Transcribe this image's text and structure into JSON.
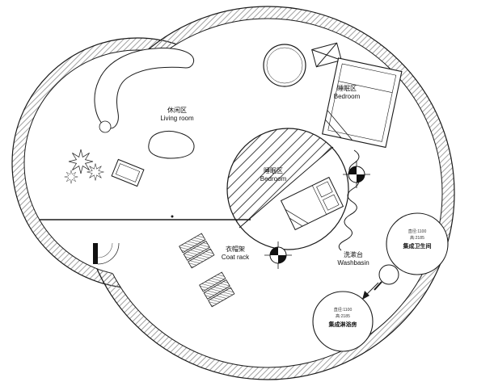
{
  "labels": {
    "living_room": {
      "zh": "休闲区",
      "en": "Living room"
    },
    "bedroom_upper": {
      "zh": "睡眠区",
      "en": "Bedroom"
    },
    "bedroom_center": {
      "zh": "睡眠区",
      "en": "Bedroom"
    },
    "coat_rack": {
      "zh": "衣帽架",
      "en": "Coat rack"
    },
    "washbasin": {
      "zh": "洗漱台",
      "en": "Washbasin"
    },
    "bathroom_pod": {
      "spec1": "直径:1100",
      "spec2": "高:2185",
      "name": "集成卫生间"
    },
    "shower_pod": {
      "spec1": "直径:1100",
      "spec2": "高:2185",
      "name": "集成淋浴房"
    }
  },
  "colors": {
    "line": "#1a1a1a",
    "hatch": "#888888",
    "background": "#ffffff"
  }
}
